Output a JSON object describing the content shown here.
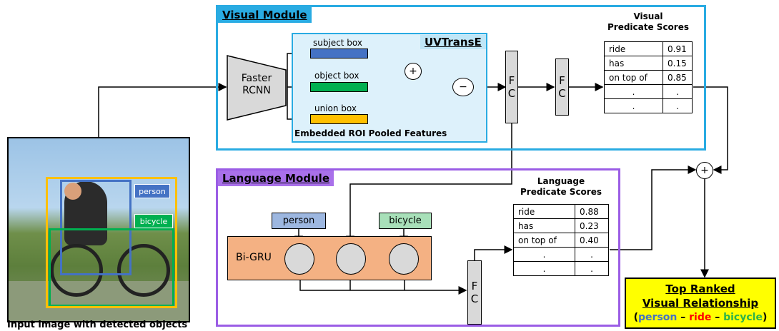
{
  "visual_module": {
    "title": "Visual Module",
    "faster_rcnn": "Faster\nRCNN",
    "uvtranse": {
      "title": "UVTransE",
      "subject_box": "subject  box",
      "object_box": "object  box",
      "union_box": "union  box",
      "plus": "+",
      "minus": "−",
      "footer": "Embedded ROI Pooled Features"
    },
    "fc1": [
      "F",
      "C"
    ],
    "fc2": [
      "F",
      "C"
    ],
    "scores_title": [
      "Visual",
      "Predicate Scores"
    ],
    "scores": [
      [
        "ride",
        "0.91"
      ],
      [
        "has",
        "0.15"
      ],
      [
        "on top of",
        "0.85"
      ],
      [
        ".",
        "."
      ],
      [
        ".",
        "."
      ]
    ]
  },
  "language_module": {
    "title": "Language Module",
    "subject_word": "person",
    "object_word": "bicycle",
    "bigru_label": "Bi-GRU",
    "fc": [
      "F",
      "C"
    ],
    "scores_title": [
      "Language",
      "Predicate Scores"
    ],
    "scores": [
      [
        "ride",
        "0.88"
      ],
      [
        "has",
        "0.23"
      ],
      [
        "on top of",
        "0.40"
      ],
      [
        ".",
        "."
      ],
      [
        ".",
        "."
      ]
    ]
  },
  "input": {
    "caption": "Input image with detected objects",
    "person_tag": "person",
    "bicycle_tag": "bicycle"
  },
  "output": {
    "title_line1": "Top Ranked",
    "title_line2": "Visual Relationship",
    "open_paren": "(",
    "subject": "person",
    "dash1": " – ",
    "predicate": "ride",
    "dash2": " – ",
    "object": "bicycle",
    "close_paren": ")"
  },
  "sum_symbol": "+",
  "colors": {
    "visual_border": "#29abe2",
    "visual_title_bg": "#29abe2",
    "uvtranse_bg": "#ddf1fb",
    "uvtranse_border": "#29abe2",
    "language_border": "#9b5de5",
    "language_title_bg": "#a970ea",
    "bigru_bg": "#f4b183",
    "subject_blue": "#4472c4",
    "object_green": "#00b050",
    "union_orange": "#ffc000",
    "output_bg": "#ffff00",
    "person_text": "#4472c4",
    "ride_text": "#ff0000",
    "bicycle_text": "#2db34a"
  }
}
